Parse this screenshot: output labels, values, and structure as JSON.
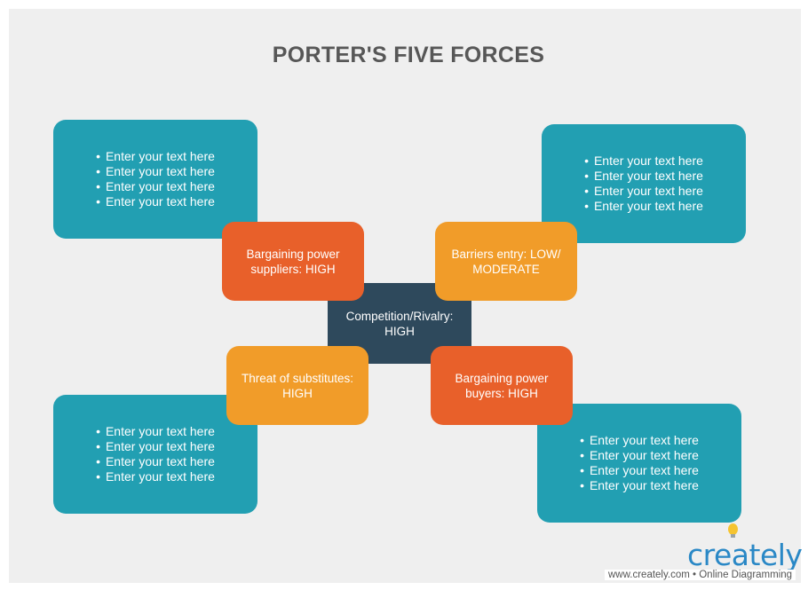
{
  "title": "PORTER'S FIVE FORCES",
  "center": {
    "line1": "Competition/Rivalry:",
    "line2": "HIGH"
  },
  "forces": {
    "suppliers": {
      "line1": "Bargaining power",
      "line2": "suppliers: HIGH"
    },
    "barriers": {
      "line1": "Barriers entry: LOW/",
      "line2": "MODERATE"
    },
    "substitutes": {
      "line1": "Threat of substitutes:",
      "line2": "HIGH"
    },
    "buyers": {
      "line1": "Bargaining power",
      "line2": "buyers: HIGH"
    }
  },
  "notes": {
    "top_left": [
      "Enter your text here",
      "Enter your text here",
      "Enter your text here",
      "Enter your text here"
    ],
    "top_right": [
      "Enter your text here",
      "Enter your text here",
      "Enter your text here",
      "Enter your text here"
    ],
    "bottom_left": [
      "Enter your text here",
      "Enter your text here",
      "Enter your text here",
      "Enter your text here"
    ],
    "bottom_right": [
      "Enter your text here",
      "Enter your text here",
      "Enter your text here",
      "Enter your text here"
    ]
  },
  "branding": {
    "logo": "creately",
    "tagline": "www.creately.com • Online Diagramming"
  },
  "colors": {
    "note": "#229fb2",
    "force_red": "#e8602a",
    "force_orange": "#f19c29",
    "center": "#2e495c",
    "title": "#575757",
    "background": "#efefef"
  }
}
